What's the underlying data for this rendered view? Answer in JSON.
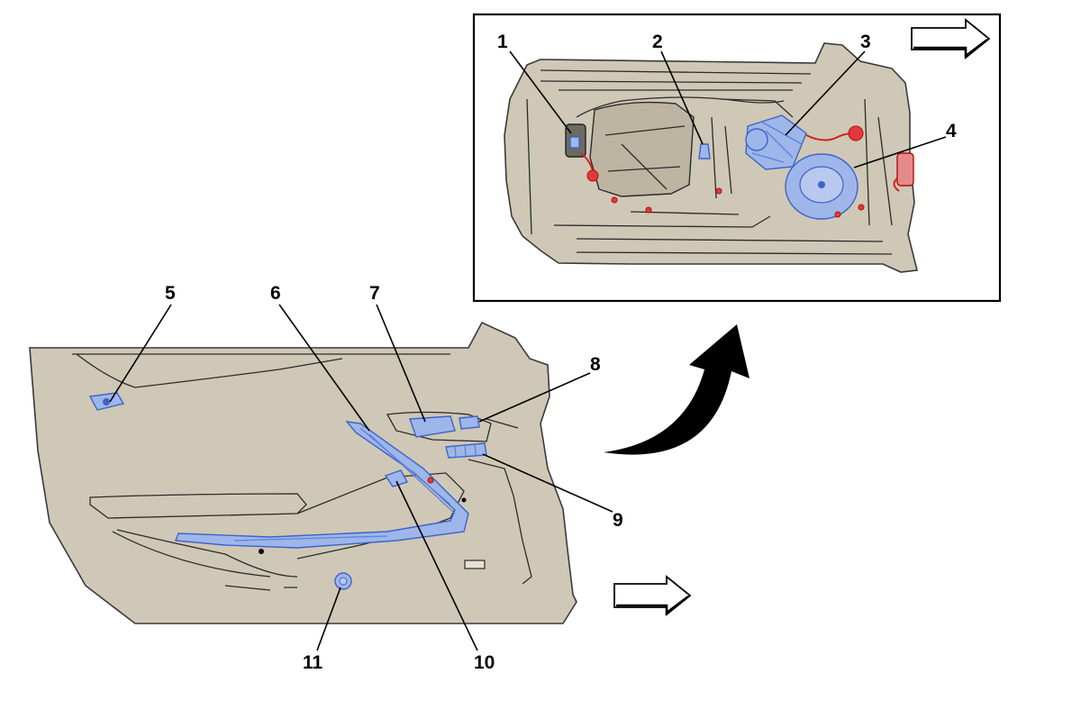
{
  "callouts": [
    {
      "id": "1",
      "label": "1"
    },
    {
      "id": "2",
      "label": "2"
    },
    {
      "id": "3",
      "label": "3"
    },
    {
      "id": "4",
      "label": "4"
    },
    {
      "id": "5",
      "label": "5"
    },
    {
      "id": "6",
      "label": "6"
    },
    {
      "id": "7",
      "label": "7"
    },
    {
      "id": "8",
      "label": "8"
    },
    {
      "id": "9",
      "label": "9"
    },
    {
      "id": "10",
      "label": "10"
    },
    {
      "id": "11",
      "label": "11"
    }
  ],
  "colors": {
    "panel": "#cfc8b6",
    "highlight_blue": "#9fb6ea",
    "highlight_red": "#e23a3a",
    "outline": "#2b2b2b"
  },
  "icons": [
    "forward-arrow-icon",
    "curved-arrow-icon"
  ]
}
